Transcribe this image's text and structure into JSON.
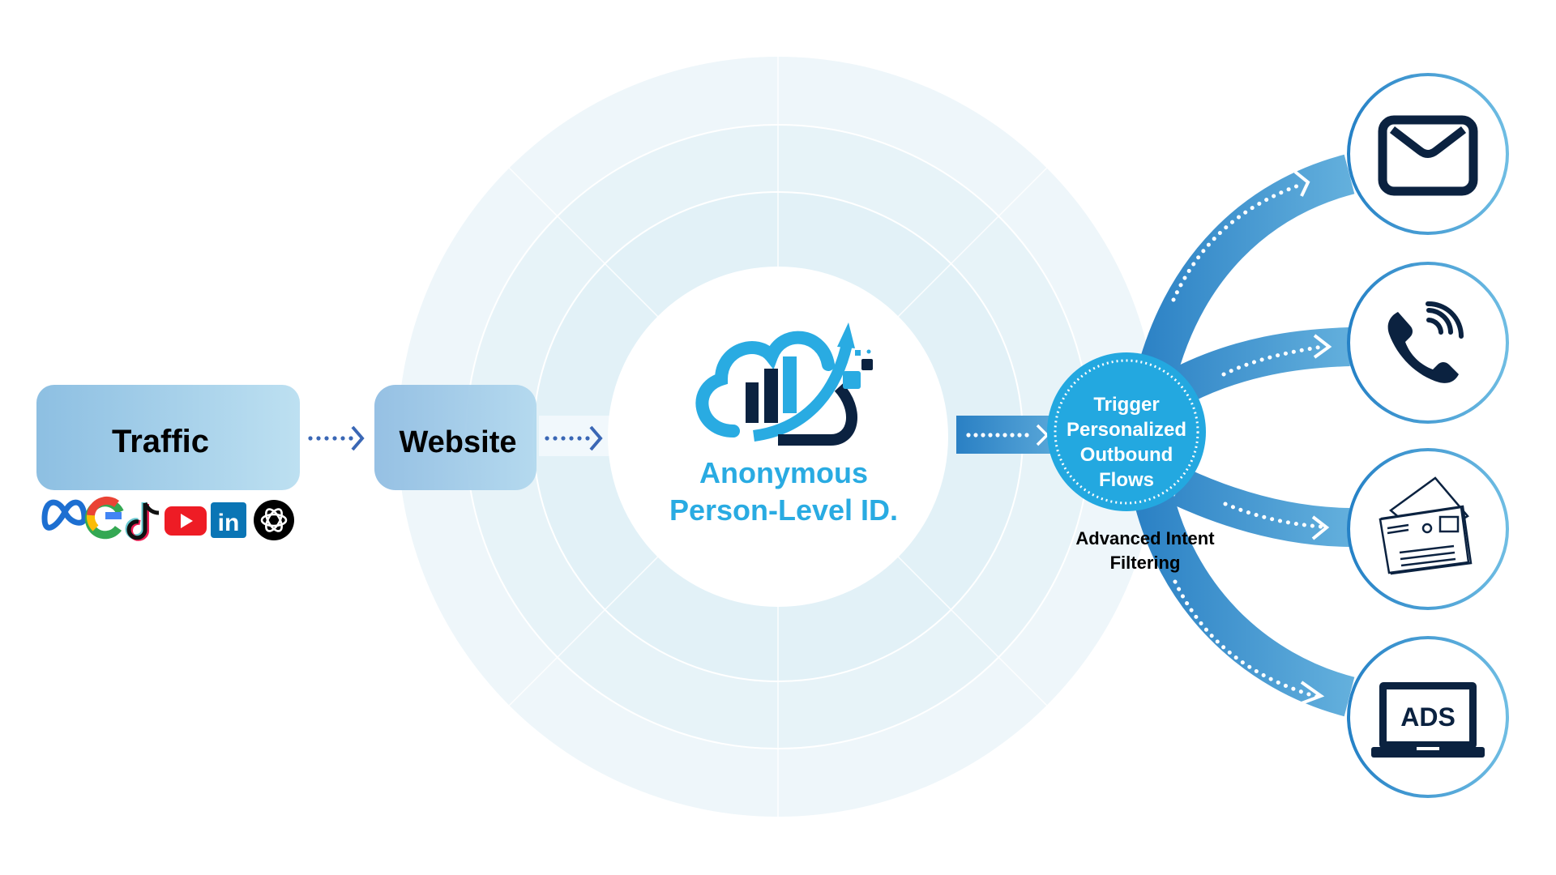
{
  "source": {
    "box_label": "Traffic",
    "channels": [
      {
        "name": "Meta",
        "icon": "meta-icon"
      },
      {
        "name": "Google",
        "icon": "google-icon"
      },
      {
        "name": "TikTok",
        "icon": "tiktok-icon"
      },
      {
        "name": "YouTube",
        "icon": "youtube-icon"
      },
      {
        "name": "LinkedIn",
        "icon": "linkedin-icon",
        "glyph": "in"
      },
      {
        "name": "OpenAI",
        "icon": "openai-icon"
      }
    ]
  },
  "website": {
    "box_label": "Website"
  },
  "center": {
    "logo": "cloud-chart-logo",
    "title_line1": "Anonymous",
    "title_line2": "Person-Level ID."
  },
  "hub": {
    "lines": [
      "Trigger",
      "Personalized",
      "Outbound",
      "Flows"
    ],
    "caption_line1": "Advanced Intent",
    "caption_line2": "Filtering"
  },
  "outputs": [
    {
      "name": "Email",
      "icon": "email-icon"
    },
    {
      "name": "Phone",
      "icon": "phone-icon"
    },
    {
      "name": "Direct Mail",
      "icon": "mail-letters-icon"
    },
    {
      "name": "Ads",
      "icon": "laptop-ads-icon",
      "screen_text": "ADS"
    }
  ],
  "colors": {
    "ring_outer": "#eef6fa",
    "ring_mid": "#e6f3f8",
    "ring_inner": "#e1f1f7",
    "hub": "#23a8e0",
    "flow_dark": "#2a80c4",
    "flow_light": "#63afdc",
    "logo_light": "#29abe2",
    "logo_dark": "#0b2240",
    "text_dark": "#000000",
    "arrow_small": "#3a67b5"
  }
}
